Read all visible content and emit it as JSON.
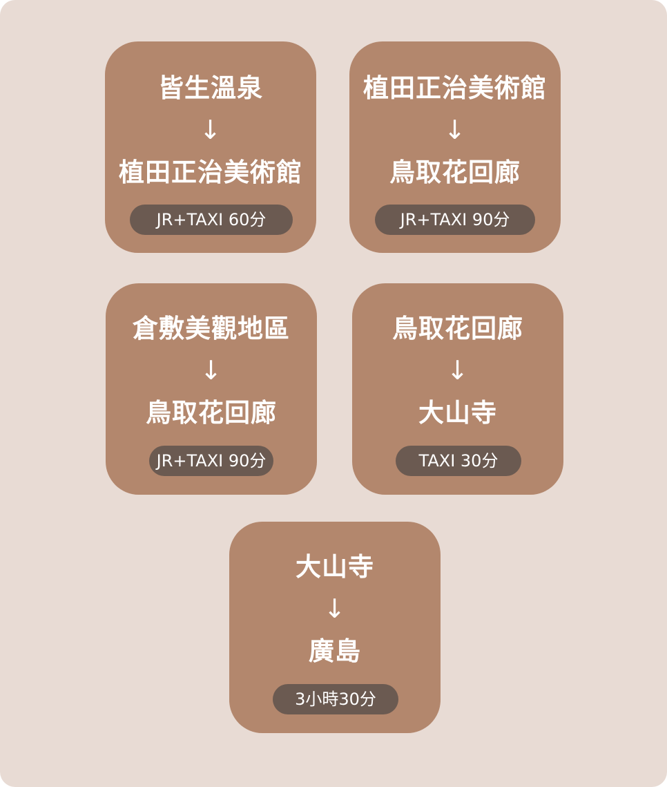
{
  "colors": {
    "panel_background": "#e8dbd4",
    "card_background": "#b3876d",
    "badge_background": "#6b5a51",
    "text": "#ffffff"
  },
  "routes": [
    {
      "from": "皆生溫泉",
      "arrow": "↓",
      "to": "植田正治美術館",
      "duration": "JR+TAXI  60分"
    },
    {
      "from": "植田正治美術館",
      "arrow": "↓",
      "to": "鳥取花回廊",
      "duration": "JR+TAXI  90分"
    },
    {
      "from": "倉敷美觀地區",
      "arrow": "↓",
      "to": "鳥取花回廊",
      "duration": "JR+TAXI  90分"
    },
    {
      "from": "鳥取花回廊",
      "arrow": "↓",
      "to": "大山寺",
      "duration": "TAXI 30分"
    },
    {
      "from": "大山寺",
      "arrow": "↓",
      "to": "廣島",
      "duration": "3小時30分"
    }
  ]
}
